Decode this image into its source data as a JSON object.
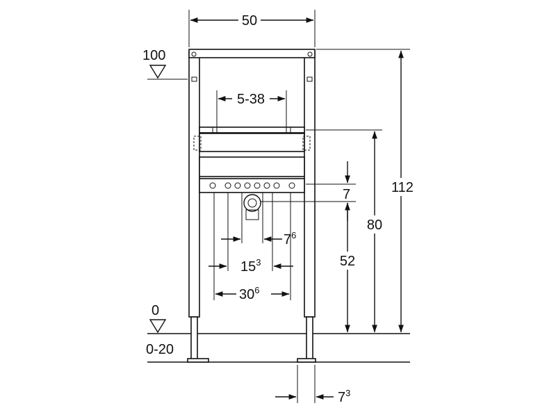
{
  "labels": {
    "top_width": "50",
    "level_top": "100",
    "level_zero": "0",
    "floor_range": "0-20",
    "adjust_range": "5-38",
    "height_total": "112",
    "height_support": "80",
    "pitch": "7",
    "height_drain": "52",
    "offset_inner_base": "7",
    "offset_inner_sup": "6",
    "spacing_mid_base": "15",
    "spacing_mid_sup": "3",
    "spacing_outer_base": "30",
    "spacing_outer_sup": "6",
    "foot_offset_base": "7",
    "foot_offset_sup": "3"
  },
  "icons": [
    "level-triangle-icon",
    "dimension-arrow-icon",
    "drain-pipe-icon"
  ]
}
